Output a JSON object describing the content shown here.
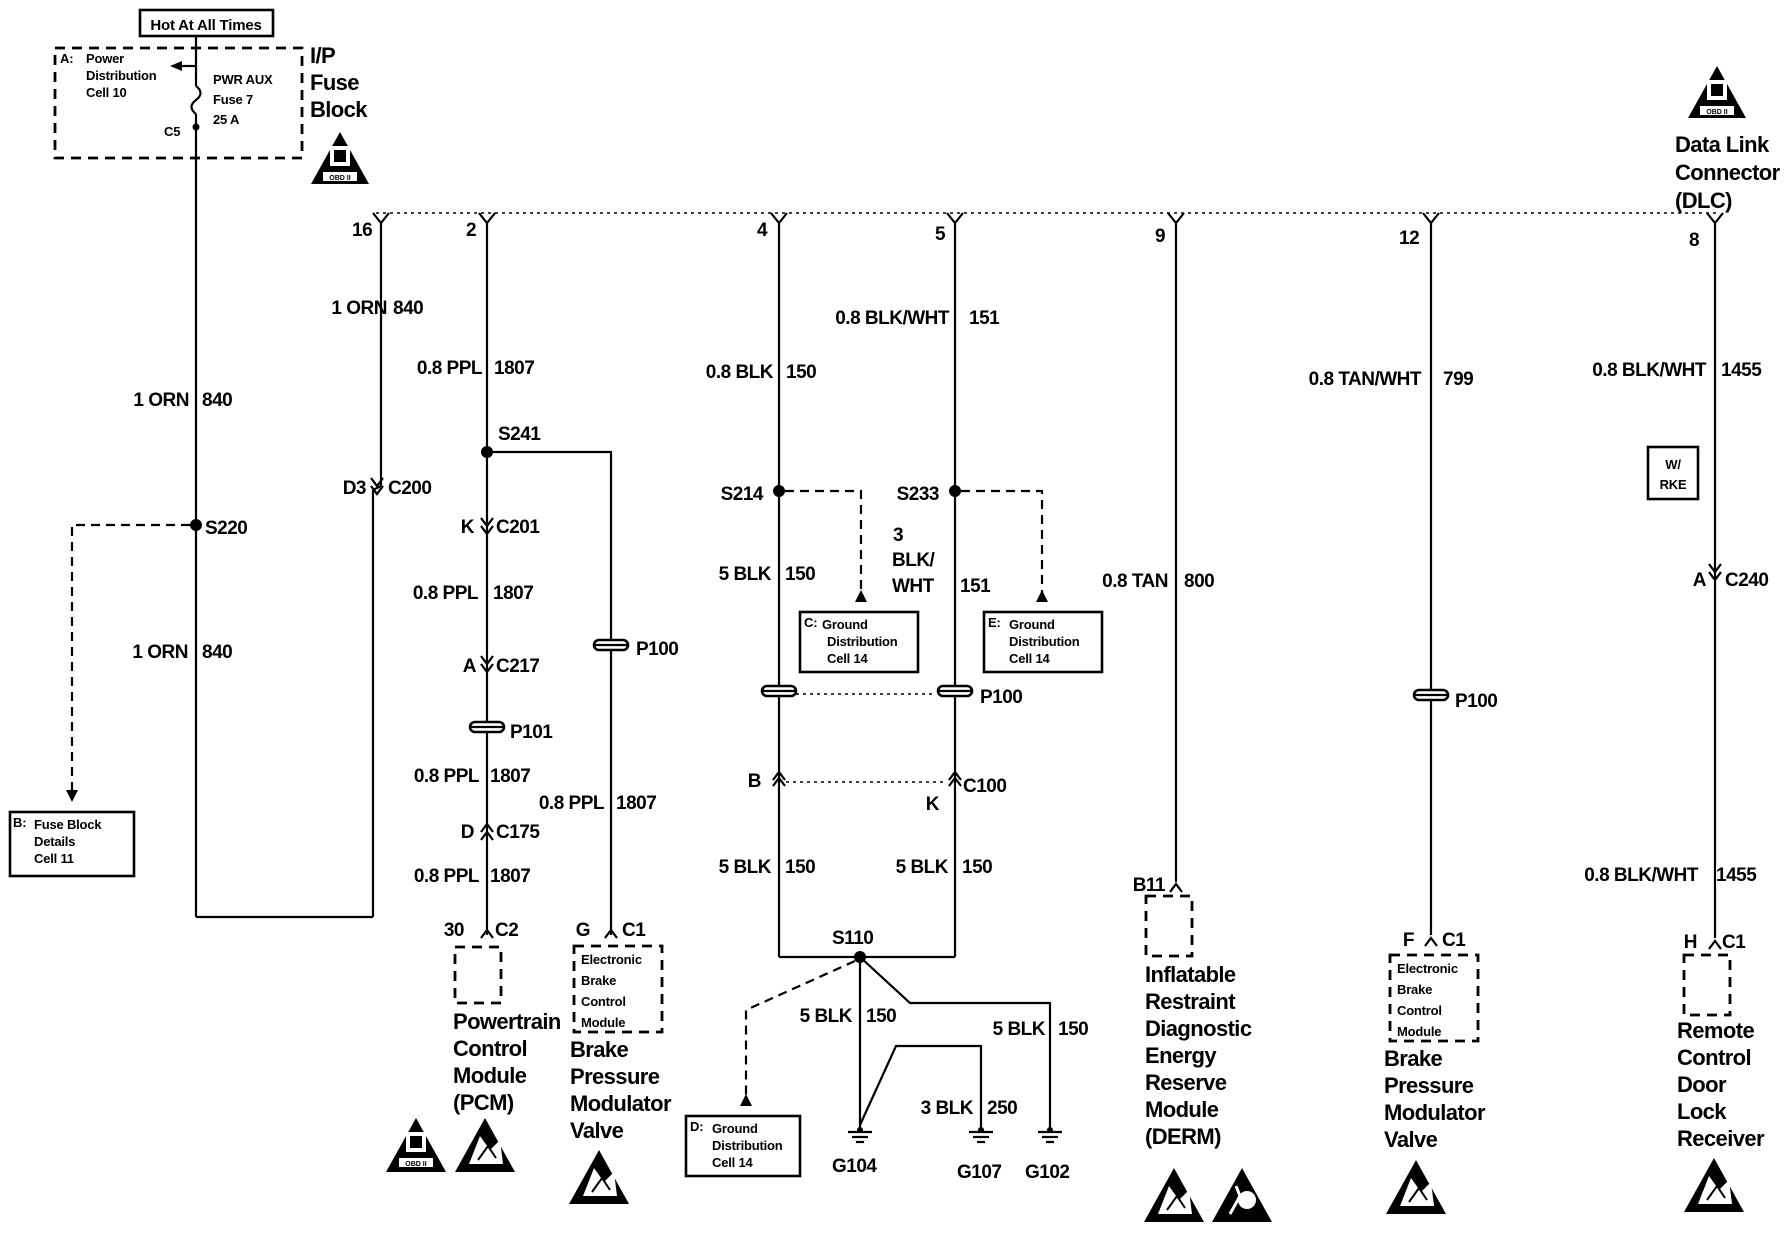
{
  "header": {
    "hot_label": "Hot At All Times"
  },
  "fuse_block": {
    "ref_lines": [
      "A:",
      "Power",
      "Distribution",
      "Cell 10"
    ],
    "fuse_lines": [
      "PWR AUX",
      "Fuse 7",
      "25 A"
    ],
    "connector": "C5",
    "title_lines": [
      "I/P",
      "Fuse",
      "Block"
    ]
  },
  "dlc": {
    "title_lines": [
      "Data Link",
      "Connector",
      "(DLC)"
    ]
  },
  "icons": {
    "obd_label": "OBD II"
  },
  "pins": {
    "p16": "16",
    "p2": "2",
    "p4": "4",
    "p5": "5",
    "p9": "9",
    "p12": "12",
    "p8": "8"
  },
  "wires": {
    "orn_color": "1 ORN",
    "orn_circuit": "840",
    "ppl_color": "0.8 PPL",
    "ppl_circuit": "1807",
    "blk_color": "0.8 BLK",
    "blk_circuit": "150",
    "blk_wht_color": "0.8 BLK/WHT",
    "blk_wht_circuit": "151",
    "tan_wht_color": "0.8 TAN/WHT",
    "tan_wht_circuit": "799",
    "dlc8_color": "0.8 BLK/WHT",
    "dlc8_circuit": "1455",
    "blk5_color": "5 BLK",
    "blk5_circuit": "150",
    "blk_wht3_lines": [
      "3",
      "BLK/",
      "WHT"
    ],
    "blk_wht3_circuit": "151",
    "tan_color": "0.8 TAN",
    "tan_circuit": "800",
    "blk3_color": "3 BLK",
    "blk3_circuit": "250"
  },
  "splices": {
    "s220": "S220",
    "s241": "S241",
    "s214": "S214",
    "s233": "S233",
    "s110": "S110"
  },
  "connectors": {
    "d3_pin": "D3",
    "c200": "C200",
    "k_pin": "K",
    "c201": "C201",
    "a_pin": "A",
    "c217": "C217",
    "p101": "P101",
    "d_pin": "D",
    "c175": "C175",
    "p100": "P100",
    "b_pin": "B",
    "c100": "C100",
    "k2_pin": "K",
    "a2_pin": "A",
    "c240": "C240",
    "b11": "B11",
    "pin30": "30",
    "c2": "C2",
    "g_pin": "G",
    "c1": "C1",
    "f_pin": "F",
    "h_pin": "H"
  },
  "refs": {
    "fuse_details_lines": [
      "B:",
      "Fuse Block",
      "Details",
      "Cell 11"
    ],
    "ground_c_lines": [
      "C:",
      "Ground",
      "Distribution",
      "Cell 14"
    ],
    "ground_e_lines": [
      "E:",
      "Ground",
      "Distribution",
      "Cell 14"
    ],
    "ground_d_lines": [
      "D:",
      "Ground",
      "Distribution",
      "Cell 14"
    ]
  },
  "option": {
    "lines": [
      "W/",
      "RKE"
    ]
  },
  "grounds": {
    "g104": "G104",
    "g107": "G107",
    "g102": "G102"
  },
  "modules": {
    "pcm_lines": [
      "Powertrain",
      "Control",
      "Module",
      "(PCM)"
    ],
    "ebcm_inner_lines": [
      "Electronic",
      "Brake",
      "Control",
      "Module"
    ],
    "bpmv_lines": [
      "Brake",
      "Pressure",
      "Modulator",
      "Valve"
    ],
    "derm_lines": [
      "Inflatable",
      "Restraint",
      "Diagnostic",
      "Energy",
      "Reserve",
      "Module",
      "(DERM)"
    ],
    "ebcm2_inner_lines": [
      "Electronic",
      "Brake",
      "Control",
      "Module"
    ],
    "bpmv2_lines": [
      "Brake",
      "Pressure",
      "Modulator",
      "Valve"
    ],
    "rcdl_lines": [
      "Remote",
      "Control",
      "Door",
      "Lock",
      "Receiver"
    ]
  }
}
